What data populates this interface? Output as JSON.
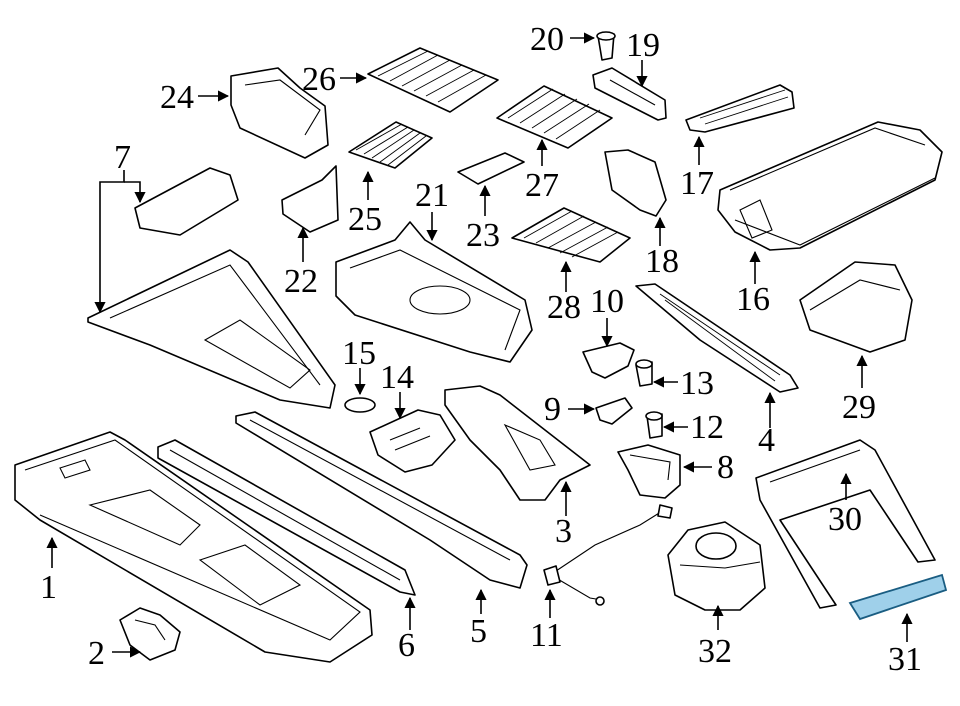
{
  "diagram": {
    "labels": [
      "1",
      "2",
      "3",
      "4",
      "5",
      "6",
      "7",
      "8",
      "9",
      "10",
      "11",
      "12",
      "13",
      "14",
      "15",
      "16",
      "17",
      "18",
      "19",
      "20",
      "21",
      "22",
      "23",
      "24",
      "25",
      "26",
      "27",
      "28",
      "29",
      "30",
      "31",
      "32"
    ],
    "highlighted_part": "31",
    "colors": {
      "line": "#000000",
      "background": "#ffffff",
      "highlight_fill": "#9fd0ea",
      "highlight_stroke": "#1a5d82"
    }
  }
}
